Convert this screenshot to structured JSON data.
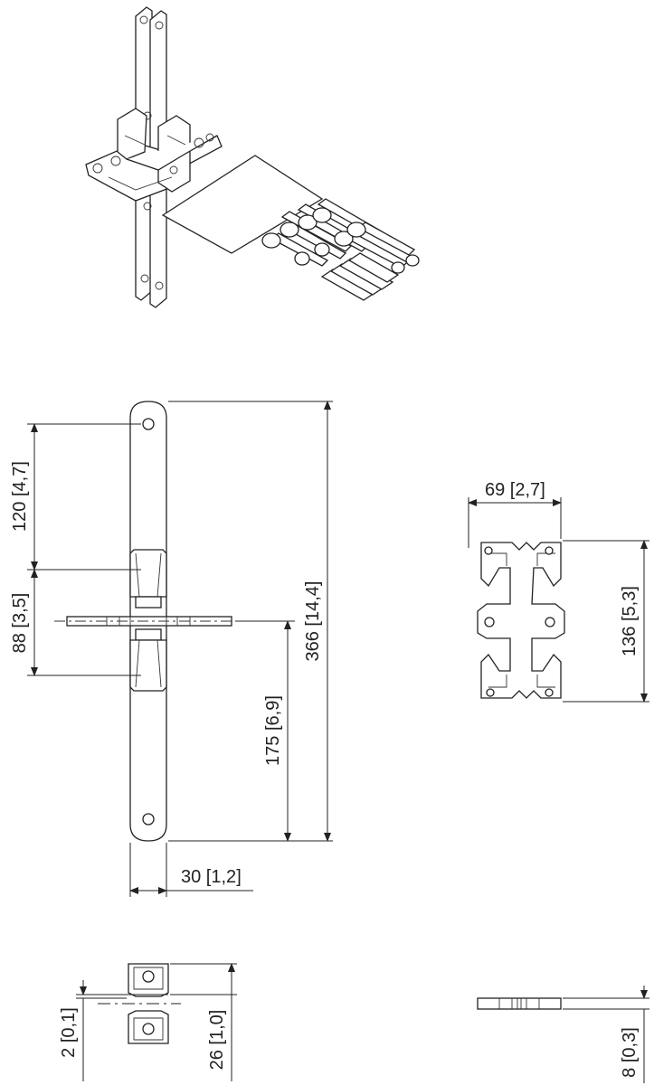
{
  "drawing": {
    "dimensions": {
      "front_top_hole_spacing": {
        "mm": "120",
        "inch": "4,7"
      },
      "front_mid_hole_spacing": {
        "mm": "88",
        "inch": "3,5"
      },
      "front_total_height": {
        "mm": "366",
        "inch": "14,4"
      },
      "front_lower_span": {
        "mm": "175",
        "inch": "6,9"
      },
      "front_width": {
        "mm": "30",
        "inch": "1,2"
      },
      "clamp_width": {
        "mm": "69",
        "inch": "2,7"
      },
      "clamp_height": {
        "mm": "136",
        "inch": "5,3"
      },
      "side_gap": {
        "mm": "2",
        "inch": "0,1"
      },
      "side_depth": {
        "mm": "26",
        "inch": "1,0"
      },
      "plate_thickness": {
        "mm": "8",
        "inch": "0,3"
      }
    }
  }
}
